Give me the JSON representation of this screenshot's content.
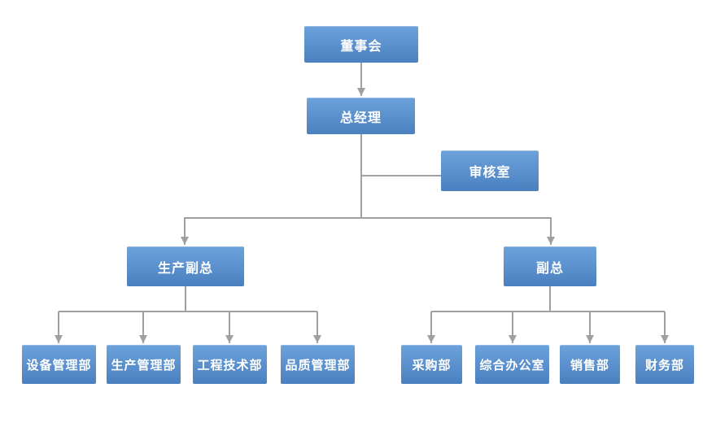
{
  "org_chart": {
    "root": {
      "label": "董事会",
      "children": [
        {
          "label": "总经理",
          "staff": [
            {
              "label": "审核室"
            }
          ],
          "children": [
            {
              "label": "生产副总",
              "children": [
                {
                  "label": "设备管理部"
                },
                {
                  "label": "生产管理部"
                },
                {
                  "label": "工程技术部"
                },
                {
                  "label": "品质管理部"
                }
              ]
            },
            {
              "label": "副总",
              "children": [
                {
                  "label": "采购部"
                },
                {
                  "label": "综合办公室"
                },
                {
                  "label": "销售部"
                },
                {
                  "label": "财务部"
                }
              ]
            }
          ]
        }
      ]
    },
    "colors": {
      "node_gradient_top": "#6CA2DB",
      "node_gradient_bottom": "#4B80C0",
      "node_text": "#FFFFFF",
      "connector": "#A0A0A0",
      "background": "#FFFFFF"
    }
  }
}
